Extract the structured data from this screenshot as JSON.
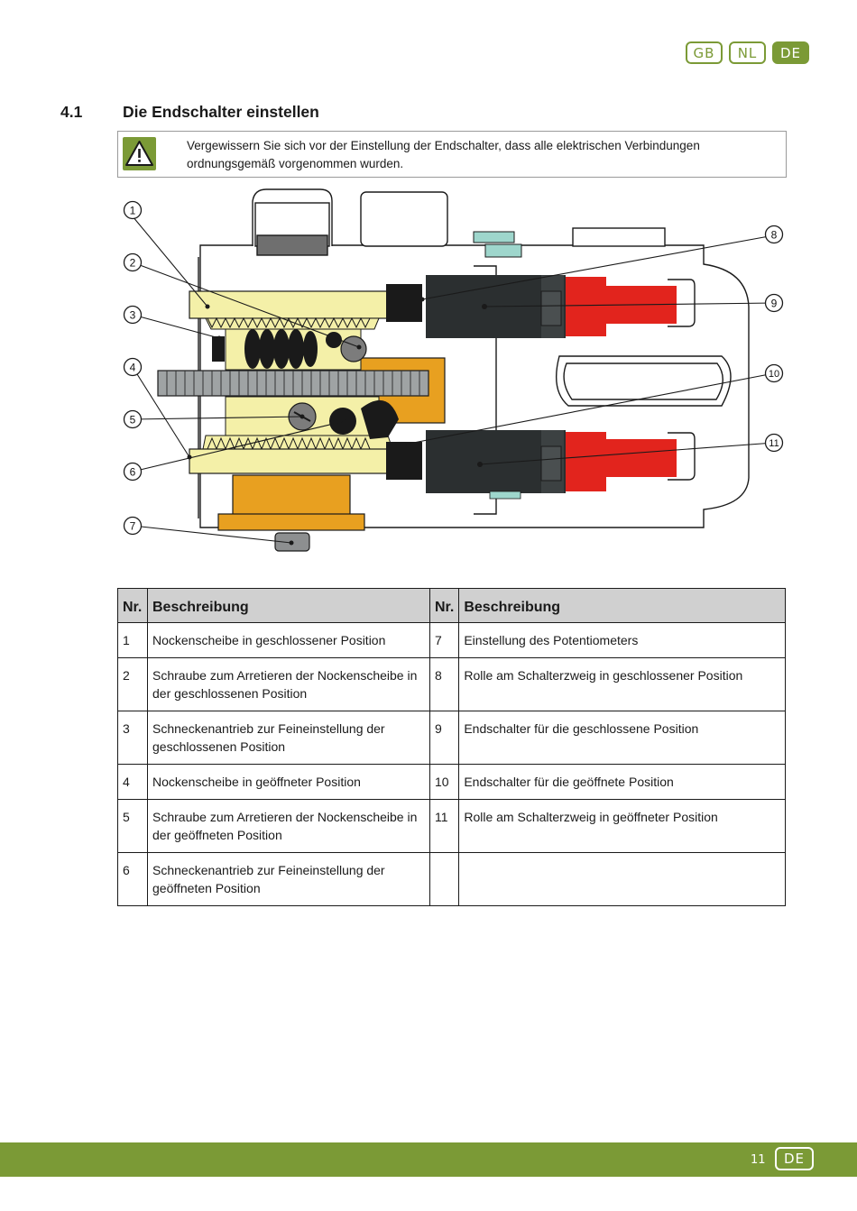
{
  "header": {
    "languages": [
      {
        "label": "GB",
        "active": false
      },
      {
        "label": "NL",
        "active": false
      },
      {
        "label": "DE",
        "active": true
      }
    ]
  },
  "section": {
    "number": "4.1",
    "title": "Die Endschalter einstellen"
  },
  "warning": {
    "icon": "warning-triangle-icon",
    "text": "Vergewissern Sie sich vor der Einstellung der Endschalter, dass alle elektrischen Verbindungen ordnungsgemäß vorgenommen wurden."
  },
  "diagram": {
    "callouts": [
      "1",
      "2",
      "3",
      "4",
      "5",
      "6",
      "7",
      "8",
      "9",
      "10",
      "11"
    ]
  },
  "legend": {
    "headers": [
      "Nr.",
      "Beschreibung",
      "Nr.",
      "Beschreibung"
    ],
    "rows": [
      {
        "nr_left": "1",
        "desc_left": "Nockenscheibe in geschlossener Position",
        "nr_right": "7",
        "desc_right": "Einstellung des Potentiometers"
      },
      {
        "nr_left": "2",
        "desc_left": "Schraube zum Arretieren der Nockenscheibe in der geschlossenen Position",
        "nr_right": "8",
        "desc_right": "Rolle am Schalterzweig in geschlossener Position"
      },
      {
        "nr_left": "3",
        "desc_left": "Schneckenantrieb zur Feineinstellung der geschlossenen Position",
        "nr_right": "9",
        "desc_right": "Endschalter für die geschlossene Position"
      },
      {
        "nr_left": "4",
        "desc_left": "Nockenscheibe in geöffneter Position",
        "nr_right": "10",
        "desc_right": "Endschalter für die geöffnete Position"
      },
      {
        "nr_left": "5",
        "desc_left": "Schraube zum Arretieren der Nockenscheibe in der geöffneten Position",
        "nr_right": "11",
        "desc_right": "Rolle am Schalterzweig in geöffneter Position"
      },
      {
        "nr_left": "6",
        "desc_left": "Schneckenantrieb zur Feineinstellung der geöffneten Position",
        "nr_right": "",
        "desc_right": ""
      }
    ]
  },
  "footer": {
    "page_number": "11",
    "language": "DE"
  },
  "colors": {
    "brand_green": "#7b9a36",
    "cam_yellow": "#f4f0a8",
    "gear_orange": "#e8a020",
    "switch_dark": "#2b2f30",
    "switch_red": "#e2241d"
  }
}
